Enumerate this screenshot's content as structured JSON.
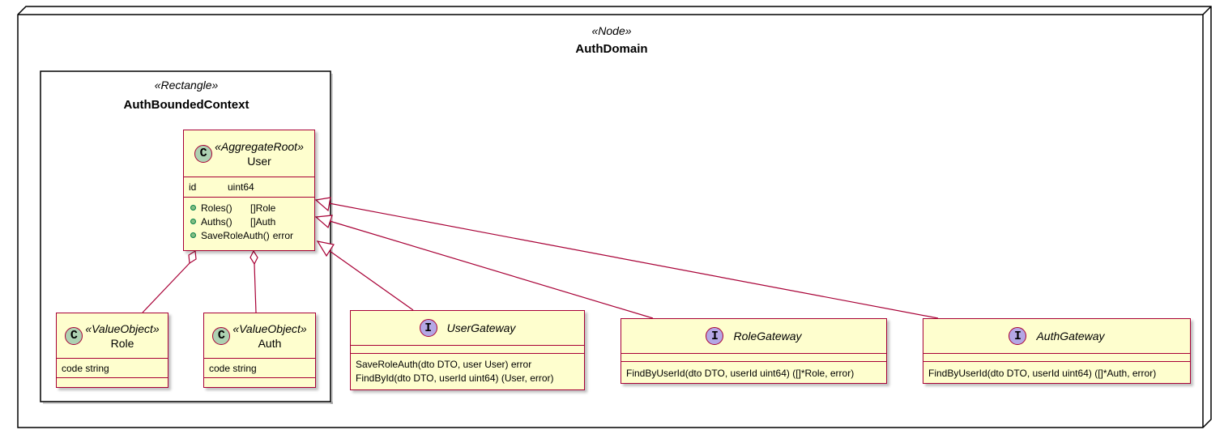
{
  "node": {
    "stereotype": "«Node»",
    "name": "AuthDomain"
  },
  "rectangle": {
    "stereotype": "«Rectangle»",
    "name": "AuthBoundedContext"
  },
  "user": {
    "icon": "C",
    "stereotype": "«AggregateRoot»",
    "name": "User",
    "fields": [
      {
        "name": "id",
        "type": "uint64"
      }
    ],
    "methods": [
      {
        "name": "Roles()",
        "ret": "[]Role"
      },
      {
        "name": "Auths()",
        "ret": "[]Auth"
      },
      {
        "name": "SaveRoleAuth()",
        "ret": "error"
      }
    ]
  },
  "role": {
    "icon": "C",
    "stereotype": "«ValueObject»",
    "name": "Role",
    "field": "code string"
  },
  "auth": {
    "icon": "C",
    "stereotype": "«ValueObject»",
    "name": "Auth",
    "field": "code string"
  },
  "user_gateway": {
    "icon": "I",
    "name": "UserGateway",
    "methods": [
      "SaveRoleAuth(dto DTO, user User) error",
      "FindById(dto DTO, userId uint64) (User, error)"
    ]
  },
  "role_gateway": {
    "icon": "I",
    "name": "RoleGateway",
    "methods": [
      "FindByUserId(dto DTO, userId uint64) ([]*Role, error)"
    ]
  },
  "auth_gateway": {
    "icon": "I",
    "name": "AuthGateway",
    "methods": [
      "FindByUserId(dto DTO, userId uint64) ([]*Auth, error)"
    ]
  },
  "colors": {
    "border": "#A80036",
    "fill": "#FEFECE",
    "class_circle": "#ADD1B2",
    "interface_circle": "#B4A7E5",
    "public_dot": "#84BE84"
  }
}
